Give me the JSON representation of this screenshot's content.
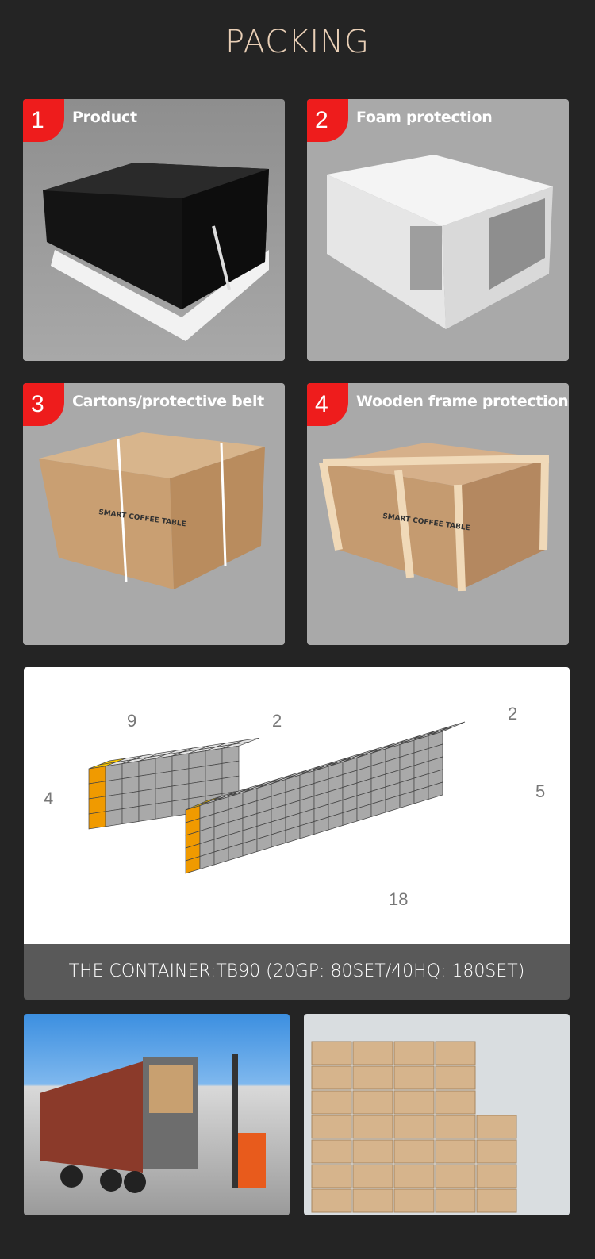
{
  "page_title": "PACKING",
  "steps": [
    {
      "number": "1",
      "label": "Product"
    },
    {
      "number": "2",
      "label": "Foam protection"
    },
    {
      "number": "3",
      "label": "Cartons/protective belt"
    },
    {
      "number": "4",
      "label": "Wooden frame protection"
    }
  ],
  "carton_print": "SMART COFFEE TABLE",
  "container_diagram": {
    "small": {
      "length": "9",
      "width": "2",
      "height": "4"
    },
    "large": {
      "length": "18",
      "width": "2",
      "height": "5"
    }
  },
  "container_caption": "THE CONTAINER:TB90 (20GP: 80SET/40HQ: 180SET)",
  "colors": {
    "accent": "#ee1c1c",
    "title": "#e9cfb6",
    "banner": "#595959",
    "orange": "#f09a00"
  }
}
